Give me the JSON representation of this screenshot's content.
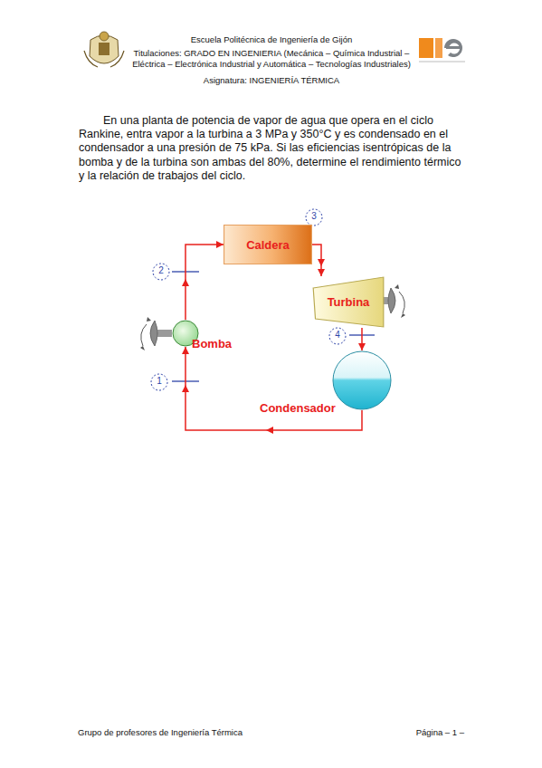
{
  "diagram": {
    "nodes": [
      {
        "text": [
          "Caldera"
        ]
      },
      {
        "text": [
          "Turbina"
        ]
      },
      {
        "text": [
          "Condensador"
        ]
      },
      {
        "text": [
          "Bomba"
        ]
      }
    ],
    "edges": [
      {
        "from": 0,
        "to": 1,
        "arrow": "to"
      },
      {
        "from": 1,
        "to": 2,
        "arrow": "to"
      },
      {
        "from": 2,
        "to": 3,
        "arrow": "to"
      },
      {
        "from": 3,
        "to": 0,
        "arrow": "to"
      }
    ],
    "labels": [
      "Escuela Politécnica de Ingeniería de Gijón",
      "Titulaciones: GRADO EN INGENIERIA (Mecánica – Química Industrial – Eléctrica – Electrónica Industrial y Automática – Tecnologías Industriales)",
      "Asignatura: INGENIERÍA TÉRMICA",
      "En una planta de potencia de vapor de agua que opera en el ciclo Rankine, entra vapor a la turbina a 3 MPa y 350°C y es condensado en el condensador a una presión de 75 kPa. Si las eficiencias isentrópicas de la bomba y de la turbina son ambas del 80%, determine el rendimiento térmico y la relación de trabajos del ciclo.",
      "3",
      "2",
      "4",
      "1",
      "Grupo de profesores de Ingeniería Térmica",
      "Página – 1 –"
    ]
  }
}
